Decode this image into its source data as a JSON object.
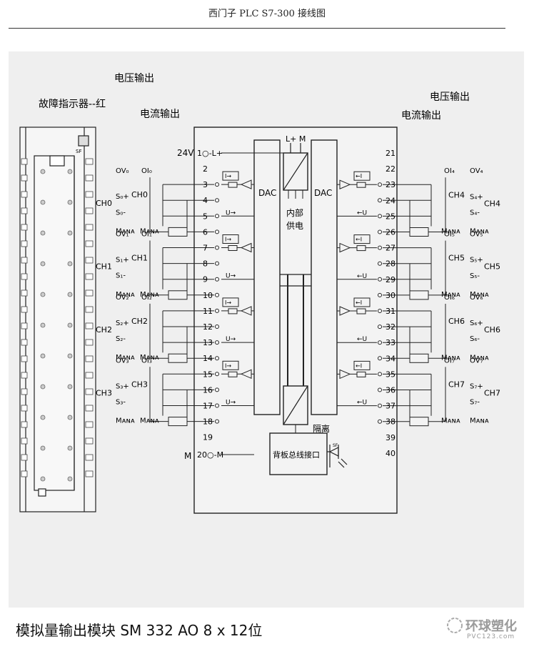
{
  "header": {
    "title": "西门子 PLC    S7-300 接线图"
  },
  "caption": "模拟量输出模块  SM 332 AO 8 x 12位",
  "watermark": {
    "name": "环球塑化",
    "url": "PVC123.com"
  },
  "labels": {
    "fault_led": "故障指示器--红",
    "sf": "SF",
    "voltage_out_left": "电压输出",
    "current_out_left": "电流输出",
    "voltage_out_right": "电压输出",
    "current_out_right": "电流输出",
    "v24": "24V",
    "m": "M",
    "l_plus_m": "L+  M",
    "dac": "DAC",
    "internal_power_1": "内部",
    "internal_power_2": "供电",
    "isolation": "隔离",
    "backplane": "背板总线接口",
    "i_arrow": "I→",
    "u_arrow": "U→",
    "i_arrow_r": "←I",
    "u_arrow_r": "←U",
    "pin1": "1○-L+",
    "pin20": "20○-M"
  },
  "left_channels": [
    {
      "ch": "CH0",
      "sig1": "S₀+",
      "sig2": "S₀-",
      "ov": "OV₀",
      "oi": "OI₀",
      "mana": "Mᴀɴᴀ"
    },
    {
      "ch": "CH1",
      "sig1": "S₁+",
      "sig2": "S₁-",
      "ov": "OV₁",
      "oi": "OI₁",
      "mana": "Mᴀɴᴀ"
    },
    {
      "ch": "CH2",
      "sig1": "S₂+",
      "sig2": "S₂-",
      "ov": "OV₂",
      "oi": "OI₂",
      "mana": "Mᴀɴᴀ"
    },
    {
      "ch": "CH3",
      "sig1": "S₃+",
      "sig2": "S₃-",
      "ov": "OV₃",
      "oi": "OI₃",
      "mana": "Mᴀɴᴀ"
    }
  ],
  "right_channels": [
    {
      "ch": "CH4",
      "sig1": "S₄+",
      "sig2": "S₄-",
      "ov": "OV₄",
      "oi": "OI₄",
      "mana": "Mᴀɴᴀ"
    },
    {
      "ch": "CH5",
      "sig1": "S₅+",
      "sig2": "S₅-",
      "ov": "OV₅",
      "oi": "OI₅",
      "mana": "Mᴀɴᴀ"
    },
    {
      "ch": "CH6",
      "sig1": "S₆+",
      "sig2": "S₆-",
      "ov": "OV₆",
      "oi": "OI₆",
      "mana": "Mᴀɴᴀ"
    },
    {
      "ch": "CH7",
      "sig1": "S₇+",
      "sig2": "S₇-",
      "ov": "OV₇",
      "oi": "OI₇",
      "mana": "Mᴀɴᴀ"
    }
  ],
  "left_pins": [
    "2",
    "3",
    "4",
    "5",
    "6",
    "7",
    "8",
    "9",
    "10",
    "11",
    "12",
    "13",
    "14",
    "15",
    "16",
    "17",
    "18",
    "19"
  ],
  "right_pins": [
    "21",
    "22",
    "23",
    "24",
    "25",
    "26",
    "27",
    "28",
    "29",
    "30",
    "31",
    "32",
    "33",
    "34",
    "35",
    "36",
    "37",
    "38",
    "39",
    "40"
  ]
}
